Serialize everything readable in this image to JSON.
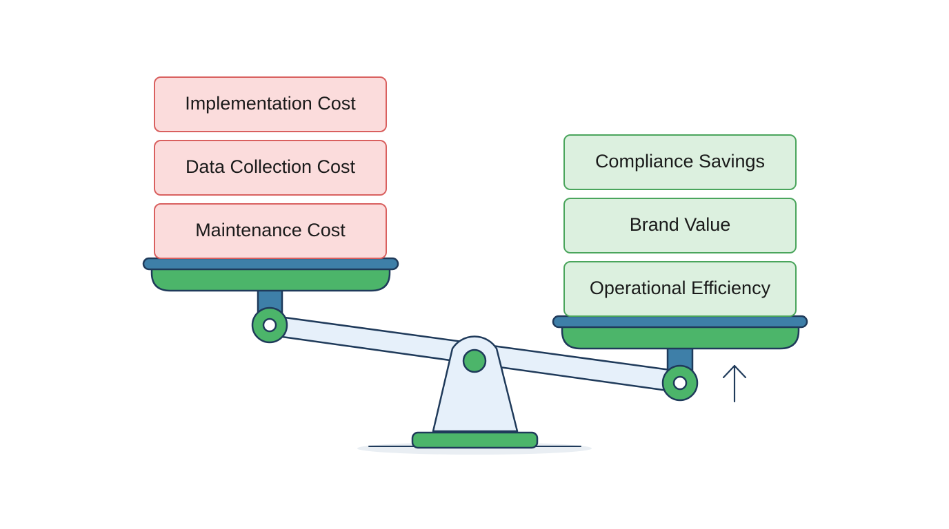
{
  "colors": {
    "cost_fill": "#fbdcdc",
    "cost_stroke": "#d9605f",
    "benefit_fill": "#dcf0df",
    "benefit_stroke": "#4aa55c",
    "navy": "#1f3a5a",
    "pan_blue": "#3e7fa8",
    "pan_green": "#4cb56a",
    "beam_fill": "#e6f0fa"
  },
  "left_pan": {
    "side": "costs",
    "items": [
      {
        "label": "Implementation Cost"
      },
      {
        "label": "Data Collection Cost"
      },
      {
        "label": "Maintenance Cost"
      }
    ]
  },
  "right_pan": {
    "side": "benefits",
    "items": [
      {
        "label": "Compliance Savings"
      },
      {
        "label": "Brand Value"
      },
      {
        "label": "Operational Efficiency"
      }
    ]
  },
  "indicator": {
    "icon": "arrow-up-icon",
    "meaning": "right side rising"
  }
}
